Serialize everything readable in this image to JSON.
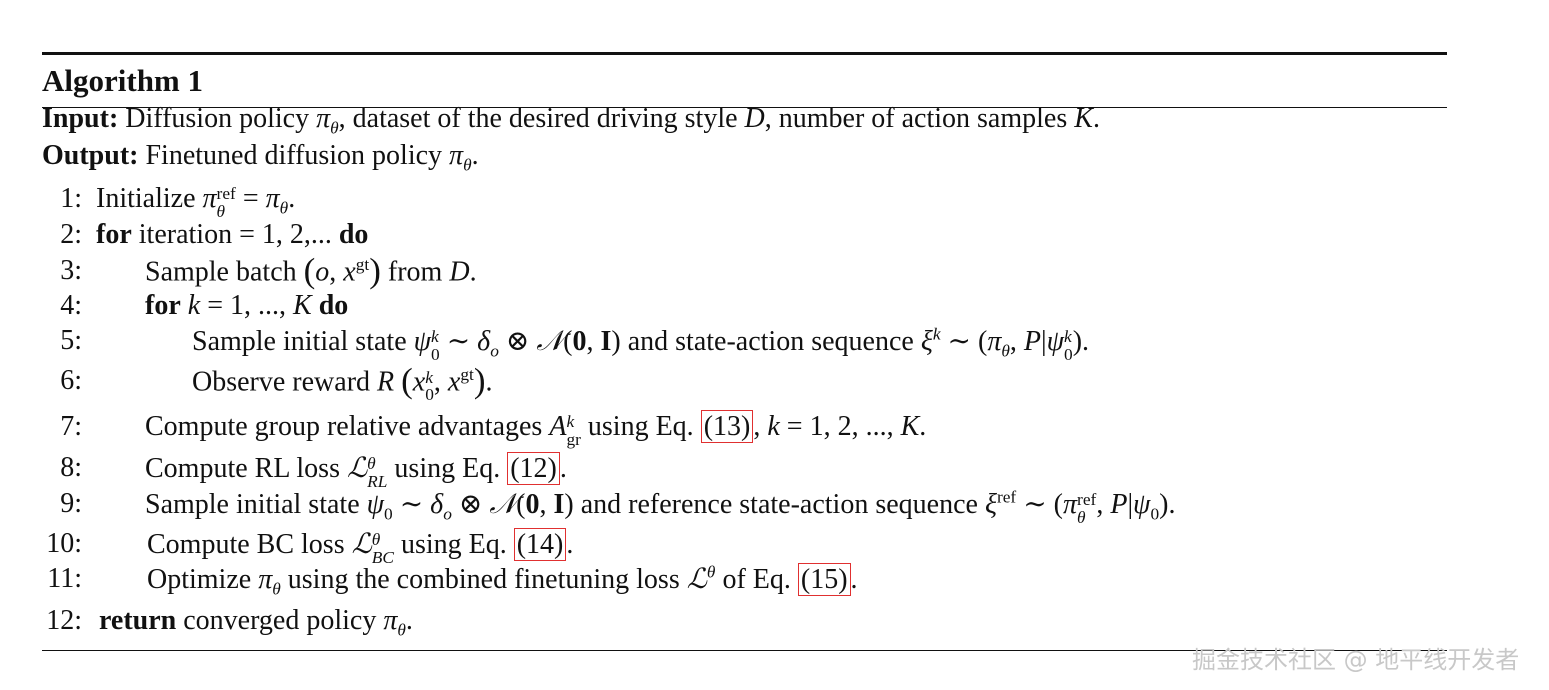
{
  "title": "Algorithm 1",
  "input": {
    "label": "Input:",
    "text_a": "Diffusion policy ",
    "text_b": ", dataset of the desired driving style ",
    "text_c": ", number of action samples "
  },
  "output": {
    "label": "Output:",
    "text_a": "Finetuned diffusion policy "
  },
  "lines": {
    "l1": {
      "num": "1:",
      "a": "Initialize "
    },
    "l2": {
      "num": "2:",
      "kw_for": "for",
      "a": " iteration = 1, 2,... ",
      "kw_do": "do"
    },
    "l3": {
      "num": "3:",
      "a": "Sample batch ",
      "b": " from "
    },
    "l4": {
      "num": "4:",
      "kw_for": "for",
      "kw_do": "do"
    },
    "l5": {
      "num": "5:",
      "a": "Sample initial state ",
      "b": " and state-action sequence "
    },
    "l6": {
      "num": "6:",
      "a": "Observe reward "
    },
    "l7": {
      "num": "7:",
      "a": "Compute group relative advantages ",
      "b": " using Eq. ",
      "ref": "(13)"
    },
    "l8": {
      "num": "8:",
      "a": "Compute RL loss ",
      "b": " using Eq. ",
      "ref": "(12)"
    },
    "l9": {
      "num": "9:",
      "a": "Sample initial state ",
      "b": " and reference state-action sequence "
    },
    "l10": {
      "num": "10:",
      "a": "Compute BC loss ",
      "b": " using Eq. ",
      "ref": "(14)"
    },
    "l11": {
      "num": "11:",
      "a": "Optimize ",
      "b": " using the combined finetuning loss ",
      "c": " of Eq. ",
      "ref": "(15)"
    },
    "l12": {
      "num": "12:",
      "kw_return": "return",
      "a": " converged policy "
    }
  },
  "watermark": "掘金技术社区 @ 地平线开发者"
}
